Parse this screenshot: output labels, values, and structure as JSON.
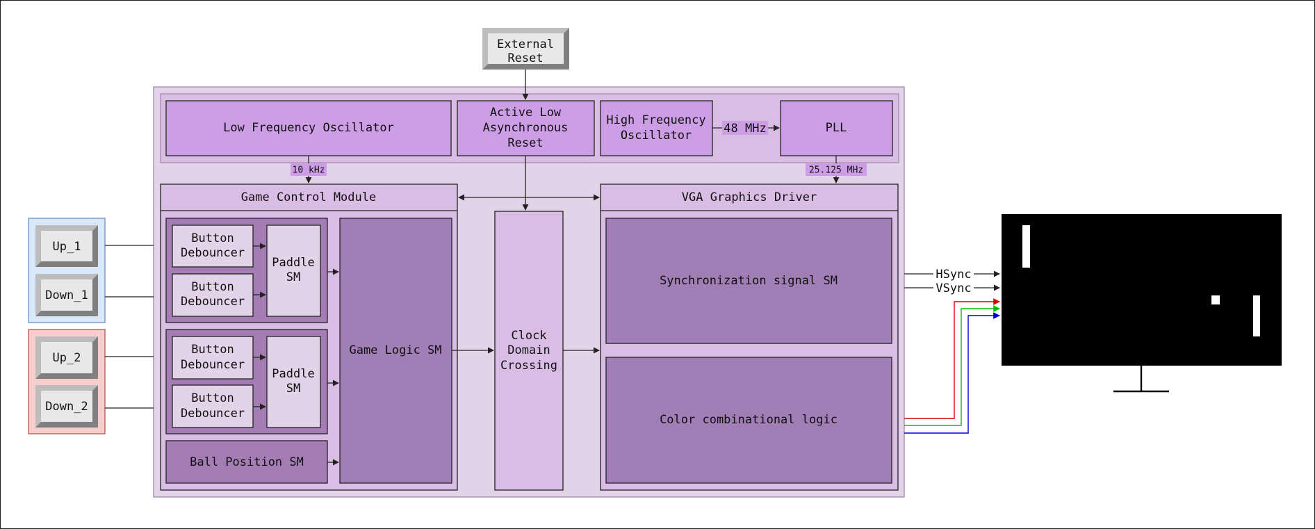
{
  "colors": {
    "outer_fill": "#e3d3e9",
    "outer_stroke": "#9e86ab",
    "block_light": "#cd9ee6",
    "module_header": "#d9bde4",
    "group_fill": "#a57db5",
    "inner_fill": "#e3d3e9",
    "logic_fill": "#a17eb5",
    "freq_label_bg": "#cd9ee6",
    "input_group1_fill": "#dae8fc",
    "input_group1_stroke": "#6c8ebf",
    "input_group2_fill": "#f8cecc",
    "input_group2_stroke": "#b85450",
    "key_face": "#e8e8e8",
    "key_dark": "#7f7f7f",
    "key_light": "#bdbdbd",
    "screen": "#000000",
    "red_wire": "#d80000",
    "green_wire": "#00c000",
    "blue_wire": "#0000c8"
  },
  "external_reset": {
    "line1": "External",
    "line2": "Reset"
  },
  "clocking": {
    "lfo": "Low Frequency Oscillator",
    "reset": {
      "line1": "Active Low",
      "line2": "Asynchronous",
      "line3": "Reset"
    },
    "hfo": {
      "line1": "High Frequency",
      "line2": "Oscillator"
    },
    "hfo_freq": "48 MHz",
    "pll": "PLL",
    "lfo_freq": "10 kHz",
    "pll_freq": "25.125 MHz"
  },
  "game_control": {
    "title": "Game Control Module",
    "debouncer": {
      "line1": "Button",
      "line2": "Debouncer"
    },
    "paddle": {
      "line1": "Paddle",
      "line2": "SM"
    },
    "ball": "Ball Position SM",
    "logic": "Game Logic SM"
  },
  "cdc": {
    "line1": "Clock",
    "line2": "Domain",
    "line3": "Crossing"
  },
  "vga": {
    "title": "VGA Graphics Driver",
    "sync": "Synchronization signal SM",
    "color": "Color combinational logic"
  },
  "inputs": {
    "up1": "Up_1",
    "down1": "Down_1",
    "up2": "Up_2",
    "down2": "Down_2"
  },
  "signals": {
    "hsync": "HSync",
    "vsync": "VSync"
  }
}
